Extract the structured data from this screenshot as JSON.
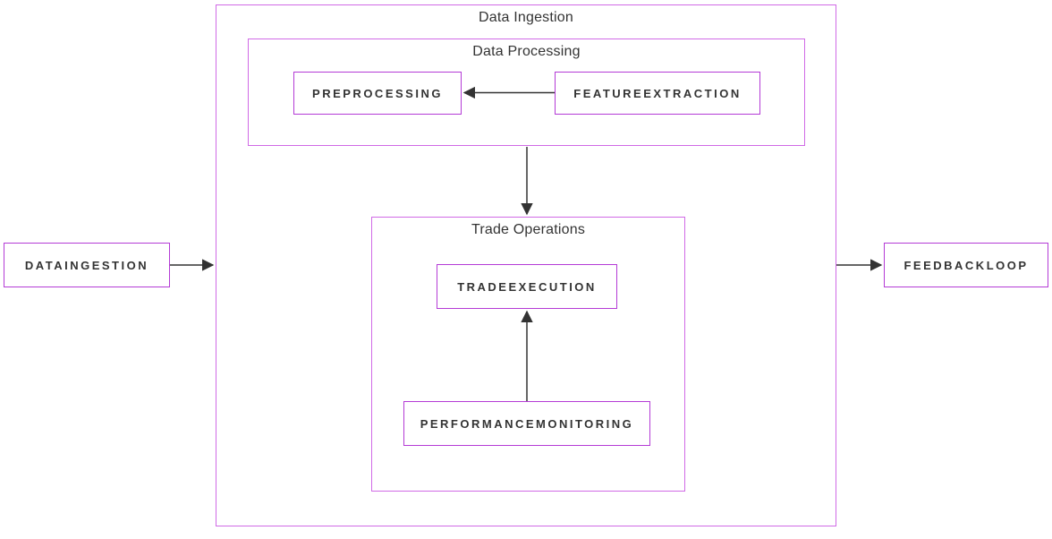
{
  "diagram": {
    "type": "flowchart",
    "clusters": {
      "data_ingestion": {
        "label": "Data Ingestion"
      },
      "data_processing": {
        "label": "Data Processing"
      },
      "trade_operations": {
        "label": "Trade Operations"
      }
    },
    "nodes": {
      "dataingestion": {
        "label": "DATAINGESTION"
      },
      "preprocessing": {
        "label": "PREPROCESSING"
      },
      "featureextraction": {
        "label": "FEATUREEXTRACTION"
      },
      "tradeexecution": {
        "label": "TRADEEXECUTION"
      },
      "performancemonitoring": {
        "label": "PERFORMANCEMONITORING"
      },
      "feedbackloop": {
        "label": "FEEDBACKLOOP"
      }
    },
    "edges": [
      {
        "from": "FEATUREEXTRACTION",
        "to": "PREPROCESSING"
      },
      {
        "from": "Data Processing",
        "to": "Trade Operations"
      },
      {
        "from": "PERFORMANCEMONITORING",
        "to": "TRADEEXECUTION"
      },
      {
        "from": "DATAINGESTION",
        "to": "Data Ingestion"
      },
      {
        "from": "Data Ingestion",
        "to": "FEEDBACKLOOP"
      }
    ],
    "colors": {
      "cluster_border": "#d06ae6",
      "node_border": "#b43bd6",
      "node_fill": "#ffffff",
      "edge": "#333333",
      "text": "#333333",
      "background": "#ffffff"
    }
  }
}
